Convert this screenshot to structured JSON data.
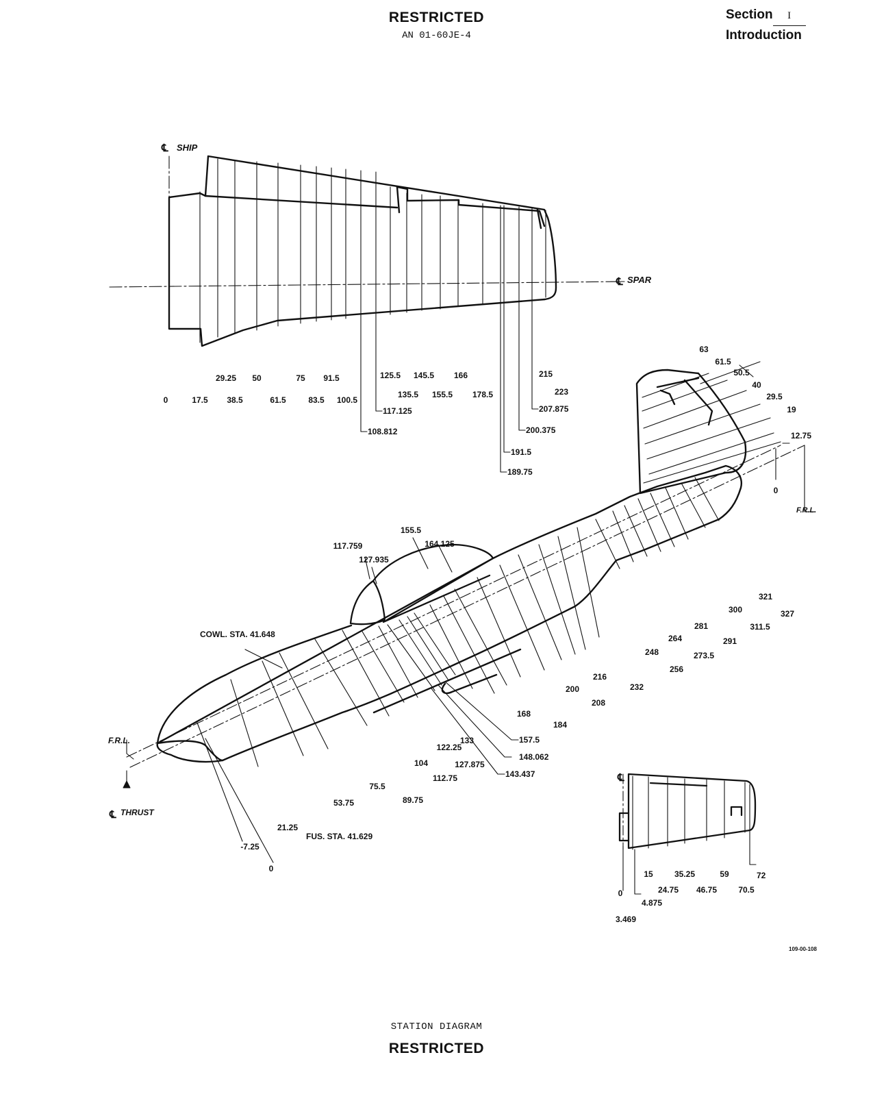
{
  "header": {
    "classification": "RESTRICTED",
    "doc_number": "AN 01-60JE-4",
    "section_label": "Section",
    "section_number": "I",
    "section_title": "Introduction"
  },
  "footer": {
    "caption": "STATION DIAGRAM",
    "classification": "RESTRICTED"
  },
  "wing": {
    "ref_ship": "SHIP",
    "ref_spar": "SPAR",
    "stations": [
      "0",
      "17.5",
      "29.25",
      "38.5",
      "50",
      "61.5",
      "75",
      "83.5",
      "91.5",
      "100.5",
      "108.812",
      "117.125",
      "125.5",
      "135.5",
      "145.5",
      "155.5",
      "166",
      "178.5",
      "189.75",
      "191.5",
      "200.375",
      "207.875",
      "215",
      "223"
    ]
  },
  "fuselage": {
    "frl_label": "F.R.L.",
    "thrust_label": "THRUST",
    "cowl_label": "COWL. STA. 41.648",
    "fus_label": "FUS. STA. 41.629",
    "stations_bottom": [
      "-7.25",
      "0",
      "21.25",
      "53.75",
      "75.5",
      "89.75",
      "104",
      "112.75",
      "122.25",
      "127.875",
      "133",
      "143.437",
      "148.062",
      "157.5",
      "168",
      "184",
      "200",
      "208",
      "216",
      "232",
      "248",
      "256",
      "264",
      "273.5",
      "281",
      "291",
      "300",
      "311.5",
      "321",
      "327"
    ],
    "stations_top": [
      "117.759",
      "127.935",
      "155.5",
      "164.125"
    ],
    "fin_stations": [
      "63",
      "61.5",
      "50.5",
      "40",
      "29.5",
      "19",
      "12.75",
      "0"
    ],
    "fin_frl_label": "F.R.L."
  },
  "stabilizer": {
    "stations": [
      "0",
      "3.469",
      "4.875",
      "15",
      "24.75",
      "35.25",
      "46.75",
      "59",
      "70.5",
      "72"
    ]
  },
  "drawing_ref": "109-00-108"
}
